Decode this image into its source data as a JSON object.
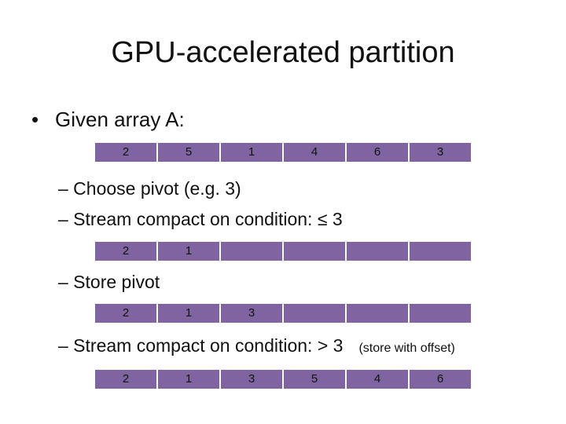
{
  "title": "GPU-accelerated partition",
  "bullet": {
    "marker": "•",
    "text": "Given array A:"
  },
  "steps": {
    "choose_pivot": "– Choose pivot (e.g. 3)",
    "compact_le": "– Stream compact on condition:  ≤ 3",
    "store_pivot": "– Store pivot",
    "compact_gt": "– Stream compact on condition:  > 3",
    "compact_gt_note": "(store with offset)"
  },
  "arrays": {
    "given": [
      "2",
      "5",
      "1",
      "4",
      "6",
      "3"
    ],
    "after_le": [
      "2",
      "1",
      "",
      "",
      "",
      ""
    ],
    "after_pivot": [
      "2",
      "1",
      "3",
      "",
      "",
      ""
    ],
    "after_gt": [
      "2",
      "1",
      "3",
      "5",
      "4",
      "6"
    ]
  },
  "colors": {
    "cell_fill": "#8064a2",
    "cell_border": "#ffffff"
  }
}
